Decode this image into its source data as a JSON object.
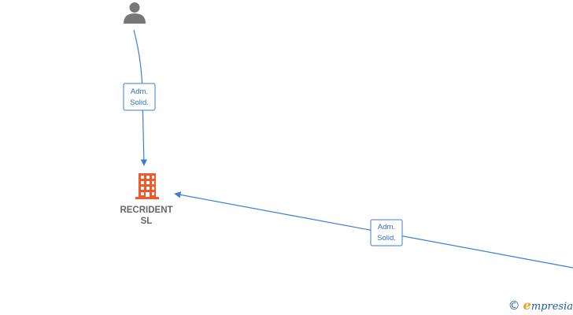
{
  "nodes": {
    "person": {
      "label": "",
      "icon": "person-icon",
      "color": "#777777"
    },
    "company": {
      "label_line1": "RECRIDENT",
      "label_line2": "SL",
      "icon": "building-icon",
      "color": "#f05a2a"
    }
  },
  "edges": [
    {
      "from": "person",
      "to": "company",
      "label_line1": "Adm.",
      "label_line2": "Solid."
    },
    {
      "from": "offscreen",
      "to": "company",
      "label_line1": "Adm.",
      "label_line2": "Solid."
    }
  ],
  "colors": {
    "edge": "#3a7fd5",
    "label_text": "#666666"
  },
  "watermark": {
    "copyright_symbol": "©",
    "brand_initial": "e",
    "brand_rest": "mpresia"
  }
}
